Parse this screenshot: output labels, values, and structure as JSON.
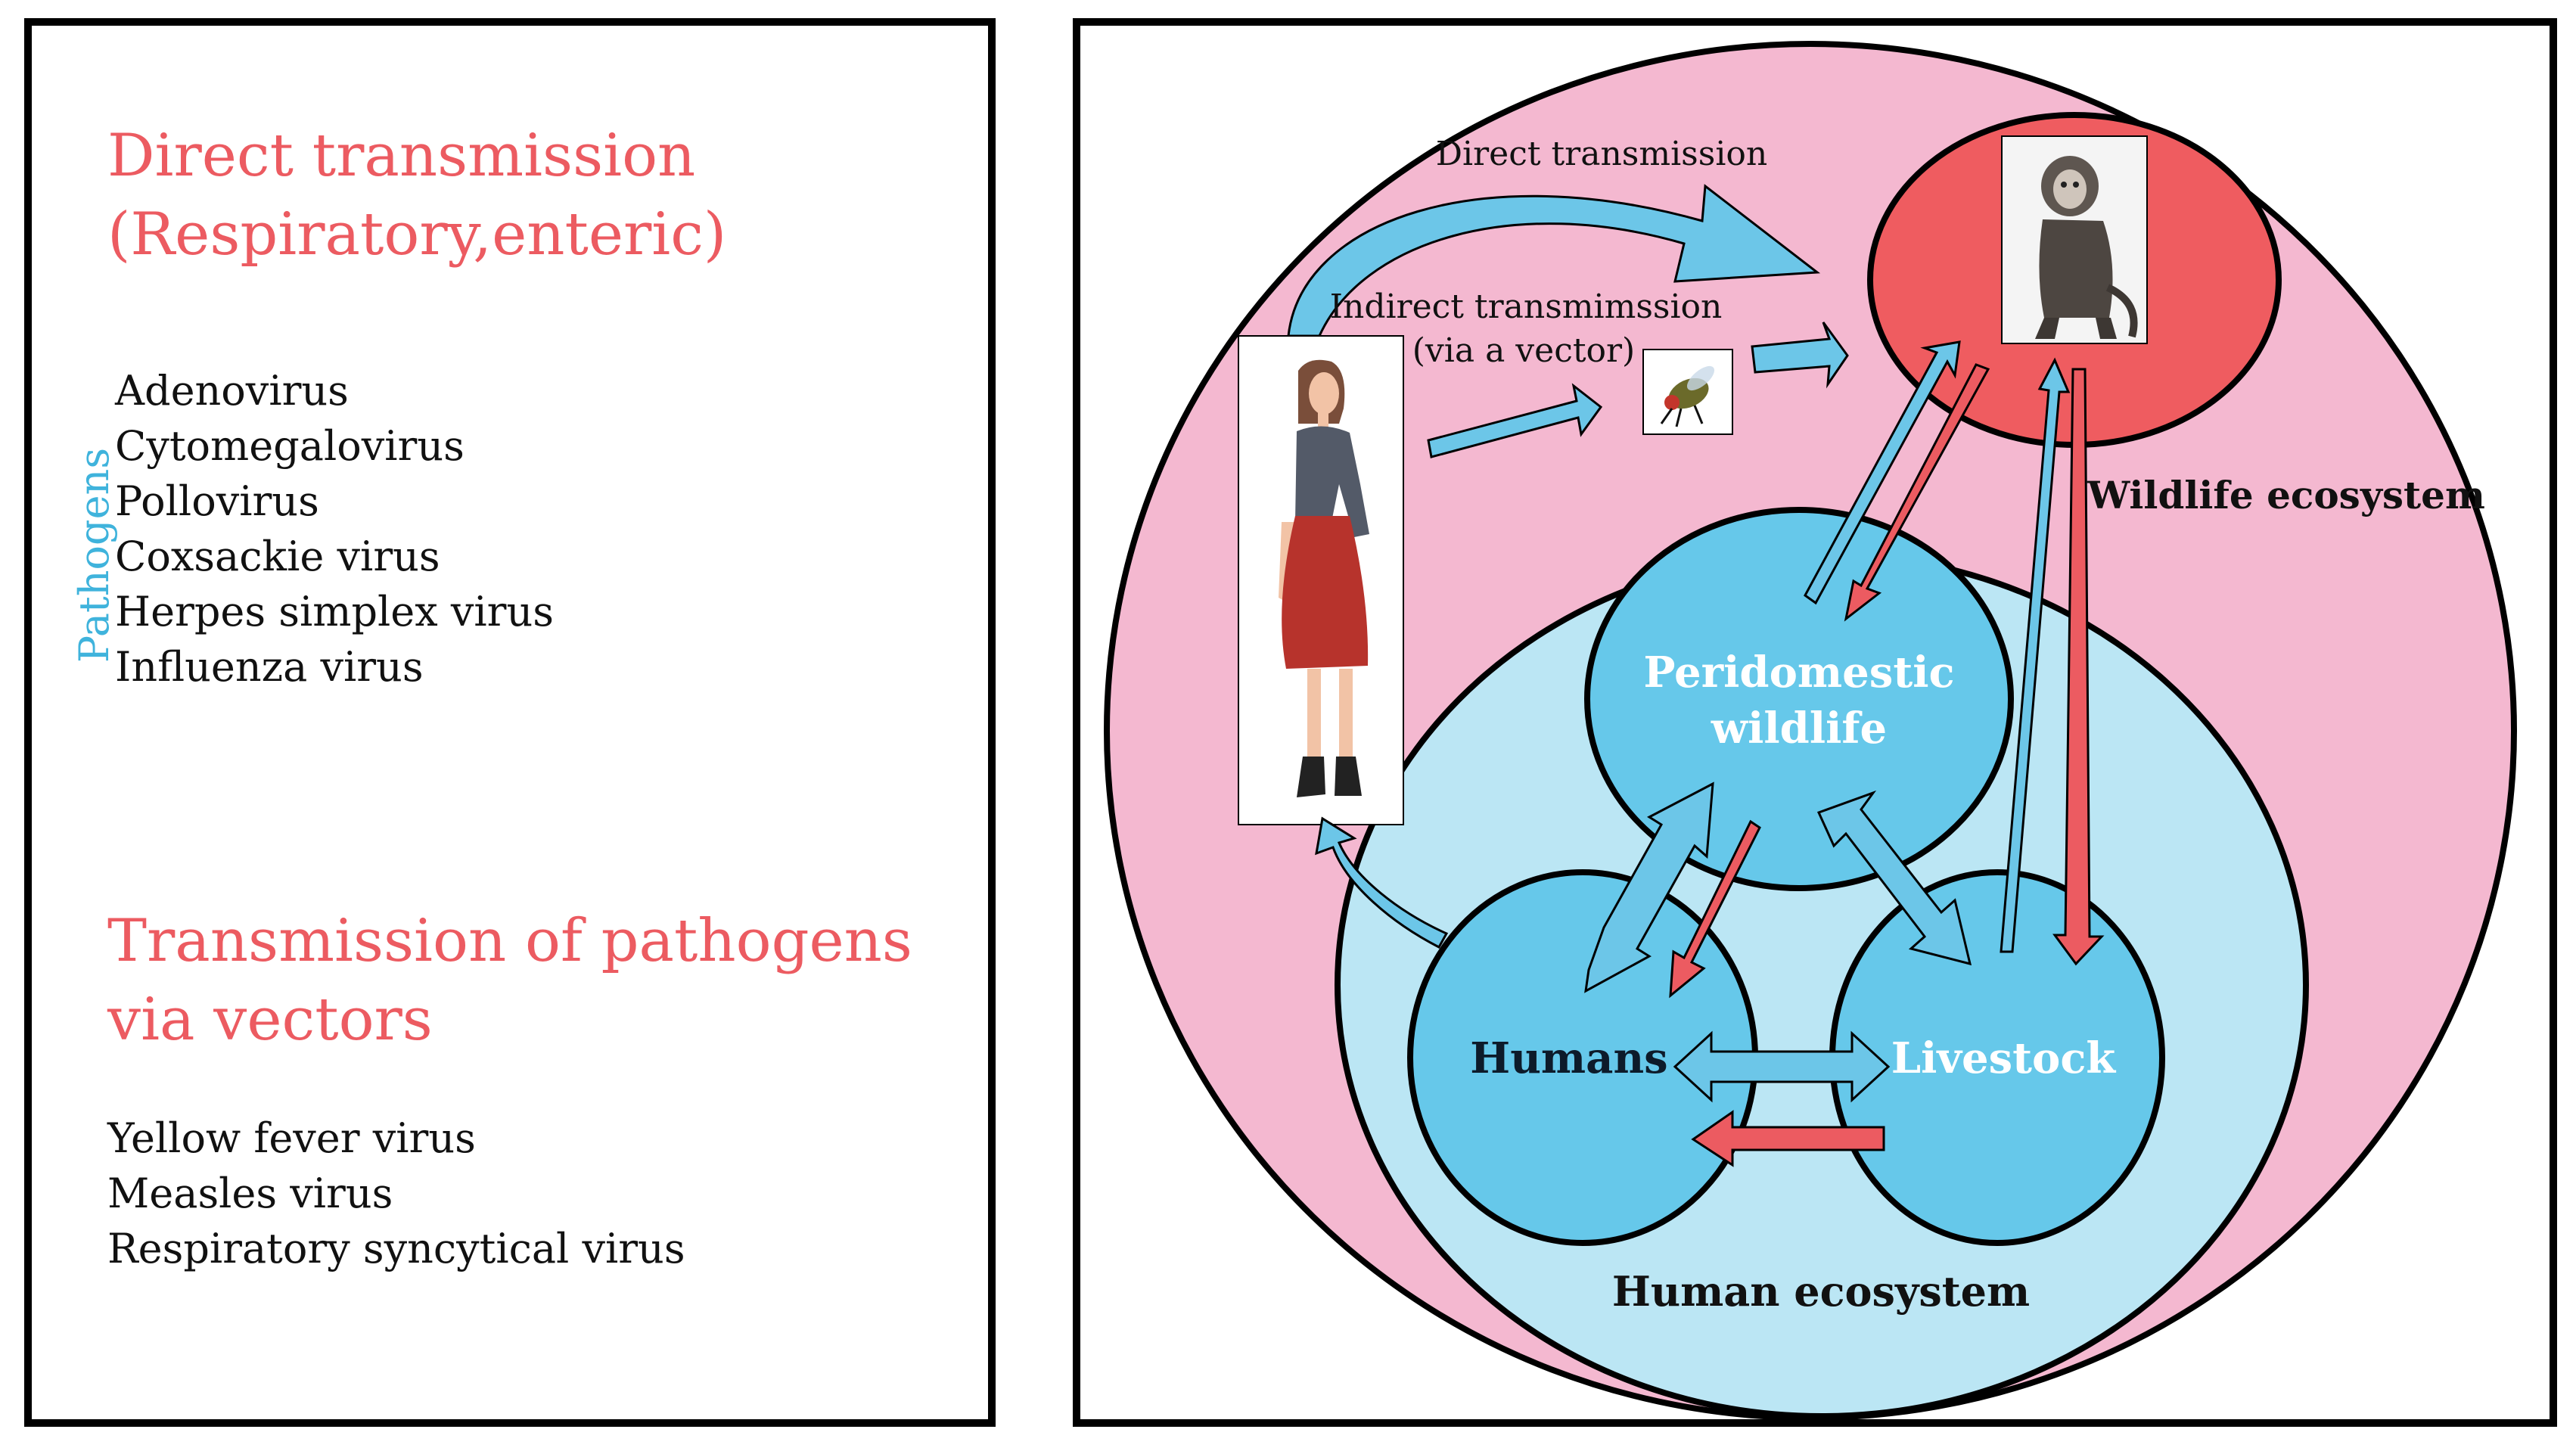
{
  "left": {
    "direct": {
      "title_line1": "Direct transmission",
      "title_line2": "(Respiratory,enteric)",
      "pathogens": [
        "Adenovirus",
        "Cytomegalovirus",
        "Pollovirus",
        "Coxsackie virus",
        "Herpes simplex virus",
        "Influenza virus"
      ]
    },
    "pathogens_label": "Pathogens",
    "vector": {
      "title_line1": "Transmission of pathogens",
      "title_line2": "via vectors",
      "pathogens": [
        "Yellow fever virus",
        "Measles virus",
        "Respiratory syncytical virus"
      ]
    }
  },
  "diagram": {
    "direct_label": "Direct transmission",
    "indirect_label_line1": "Indirect transmimssion",
    "indirect_label_line2": "(via a vector)",
    "wildlife_ecosystem": "Wildlife ecosystem",
    "human_ecosystem": "Human ecosystem",
    "peridomestic_line1": "Peridomestic",
    "peridomestic_line2": "wildlife",
    "humans": "Humans",
    "livestock": "Livestock"
  },
  "colors": {
    "heading": "#ec5b61",
    "pathogens_label": "#3fb3dc",
    "wildlife_bg": "#f4b8d0",
    "human_eco_bg": "#bbe6f4",
    "circle_blue": "#66c8ea",
    "wildlife_red": "#ef5c60",
    "arrow_blue": "#6cc6e8",
    "arrow_red": "#ec5b61"
  }
}
